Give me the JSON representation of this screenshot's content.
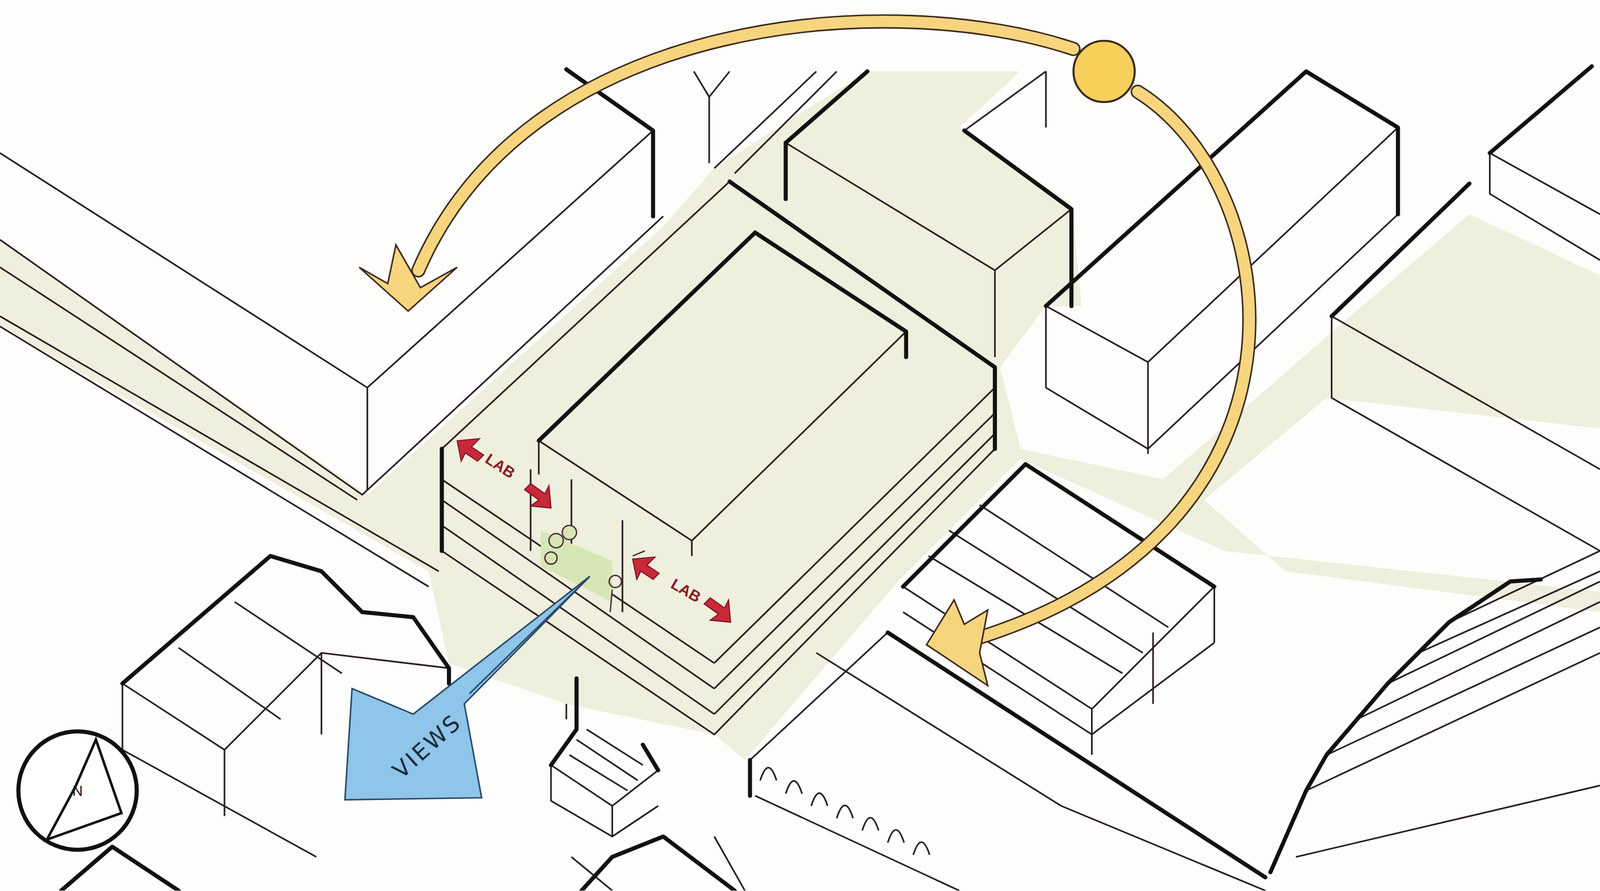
{
  "diagram": {
    "nodes": [
      {
        "text": [
          "VIEWS"
        ]
      },
      {
        "text": [
          "N"
        ]
      }
    ],
    "labels": [
      "LAB",
      "LAB"
    ]
  }
}
